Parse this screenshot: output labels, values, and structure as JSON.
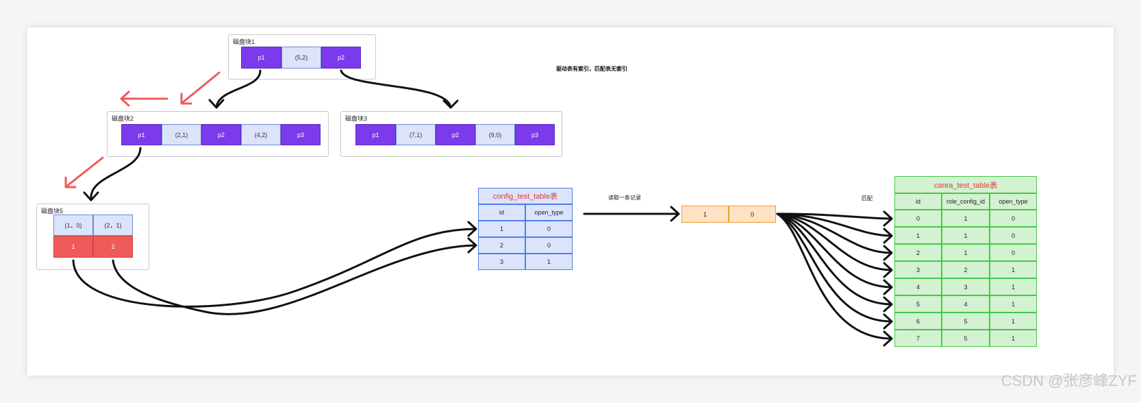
{
  "heading": "驱动表有索引，匹配表无索引",
  "blocks": {
    "block1": {
      "title": "磁盘块1",
      "cells": [
        "p1",
        "(5,2)",
        "p2"
      ]
    },
    "block2": {
      "title": "磁盘块2",
      "cells": [
        "p1",
        "(2,1)",
        "p2",
        "(4,2)",
        "p3"
      ]
    },
    "block3": {
      "title": "磁盘块3",
      "cells": [
        "p1",
        "(7,1)",
        "p2",
        "(9,0)",
        "p3"
      ]
    },
    "block5": {
      "title": "磁盘块5",
      "keys": [
        "(1，0)",
        "(2，1)"
      ],
      "values": [
        "1",
        "2"
      ]
    }
  },
  "config_table": {
    "title": "config_test_table表",
    "headers": [
      "id",
      "open_type"
    ],
    "rows": [
      [
        "1",
        "0"
      ],
      [
        "2",
        "0"
      ],
      [
        "3",
        "1"
      ]
    ]
  },
  "read_label": "读取一条记录",
  "record": [
    "1",
    "0"
  ],
  "match_label": "匹配",
  "carea_table": {
    "title": "carea_test_table表",
    "headers": [
      "id",
      "role_config_id",
      "open_type"
    ],
    "rows": [
      [
        "0",
        "1",
        "0"
      ],
      [
        "1",
        "1",
        "0"
      ],
      [
        "2",
        "1",
        "0"
      ],
      [
        "3",
        "2",
        "1"
      ],
      [
        "4",
        "3",
        "1"
      ],
      [
        "5",
        "4",
        "1"
      ],
      [
        "6",
        "5",
        "1"
      ],
      [
        "7",
        "5",
        "1"
      ]
    ]
  },
  "colors": {
    "pointer": "#7c3aed",
    "key": "#dbe4fb",
    "leaf_value": "#ef5a5a",
    "config": "#4f7de8",
    "carea": "#45c845",
    "record": "#f29a3a",
    "title_red": "#e03a3a",
    "arrow_red": "#ef5a5a"
  },
  "watermark": "CSDN @张彦峰ZYF"
}
